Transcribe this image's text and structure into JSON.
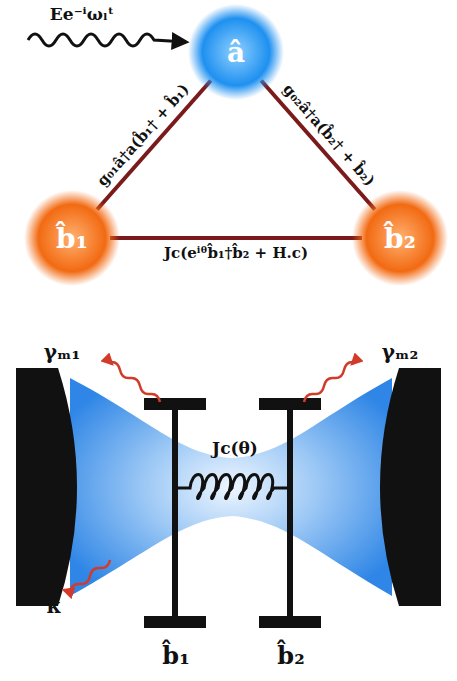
{
  "diagram": {
    "nodes": [
      {
        "text": [
          "â"
        ]
      },
      {
        "text": [
          "b̂₁"
        ]
      },
      {
        "text": [
          "b̂₂"
        ]
      }
    ],
    "edges": [
      {
        "from": 0,
        "to": 1,
        "arrow": "none",
        "label": "g₀₁â†a(b̂₁† + b̂₁)"
      },
      {
        "from": 0,
        "to": 2,
        "arrow": "none",
        "label": "g₀₂â†a(b̂₂† + b̂₂)"
      },
      {
        "from": 1,
        "to": 2,
        "arrow": "none",
        "label": "Jc(eⁱᶿb̂₁†b̂₂ + H.c)"
      }
    ],
    "labels": [
      "Ee⁻ⁱωₗᵗ",
      "γₘ₁",
      "γₘ₂",
      "Jc(θ)",
      "κ",
      "b̂₁",
      "b̂₂"
    ]
  }
}
